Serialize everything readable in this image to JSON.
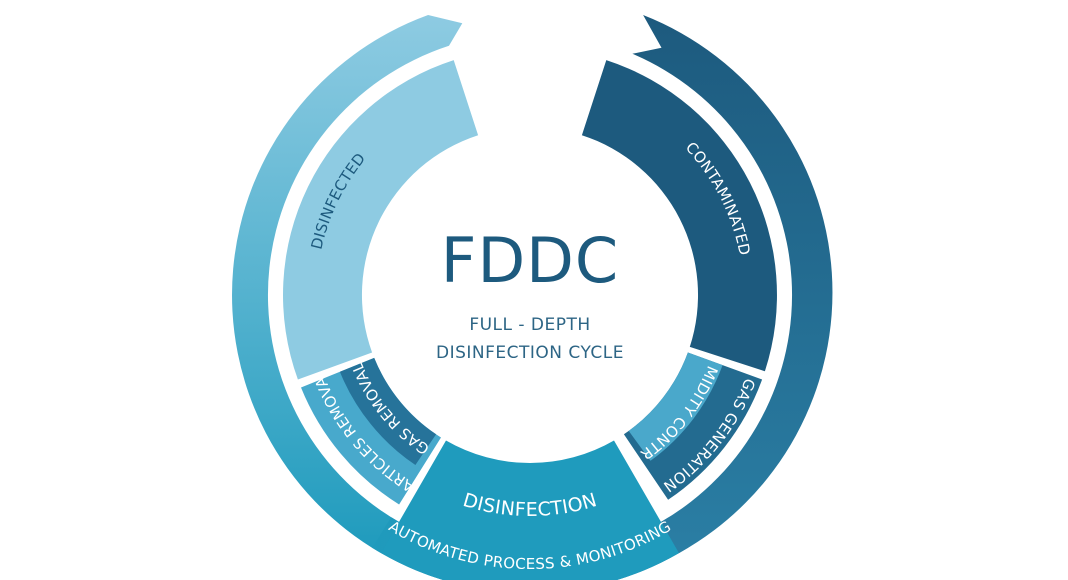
{
  "center": {
    "title": "FDDC",
    "subtitle_line1": "FULL - DEPTH",
    "subtitle_line2": "DISINFECTION CYCLE"
  },
  "segments": [
    {
      "id": "disinfected",
      "label": "DISINFECTED",
      "color": "#8ecbe2",
      "text_color": "#1d5a7e"
    },
    {
      "id": "contaminated",
      "label": "CONTAMINATED",
      "color": "#1d5a7e",
      "text_color": "#ffffff"
    },
    {
      "id": "humidity-control",
      "label": "HUMIDITY CONTROL",
      "color": "#4aa8cb",
      "text_color": "#ffffff"
    },
    {
      "id": "gas-generation",
      "label": "GAS GENERATION",
      "color": "#236b90",
      "text_color": "#ffffff"
    },
    {
      "id": "disinfection",
      "label": "DISINFECTION",
      "color": "#1f9bbd",
      "text_color": "#ffffff"
    },
    {
      "id": "gas-removal",
      "label": "GAS REMOVAL",
      "color": "#26739a",
      "text_color": "#ffffff"
    },
    {
      "id": "particles-removal",
      "label": "PARTICLES REMOVAL",
      "color": "#48a9cc",
      "text_color": "#ffffff"
    }
  ],
  "outer_ring": {
    "label": "AUTOMATED PROCESS & MONITORING",
    "color_light": "#8ecbe2",
    "color_mid": "#1f9bbd",
    "color_dark": "#1d5a7e",
    "text_color": "#ffffff"
  }
}
